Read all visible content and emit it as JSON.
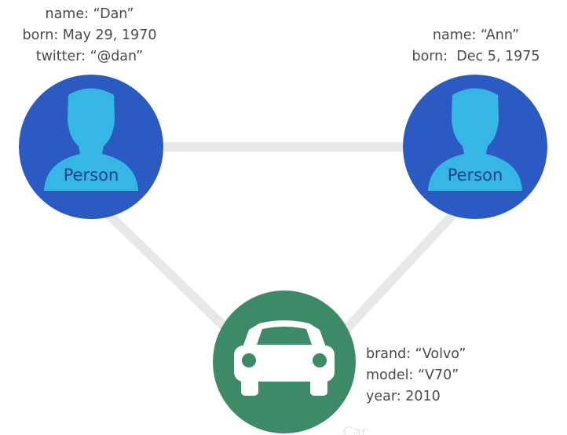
{
  "nodes": {
    "dan": {
      "label": "Person",
      "properties": [
        "name: “Dan”",
        "born: May 29, 1970",
        "twitter: “@dan”"
      ]
    },
    "ann": {
      "label": "Person",
      "properties": [
        "name: “Ann”",
        "born:  Dec 5, 1975"
      ]
    },
    "car": {
      "label": "Car",
      "properties": [
        "brand: “Volvo”",
        "model: “V70”",
        "year: 2010"
      ]
    }
  },
  "colors": {
    "person_fill": "#2b5bc2",
    "person_icon": "#35b6e4",
    "person_label": "#1d3f8f",
    "car_fill": "#3d8a66",
    "car_icon": "#ffffff",
    "edge": "#e8e8e8",
    "text": "#4a4a4a"
  },
  "icons": {
    "person": "person-silhouette-icon",
    "car": "car-icon"
  }
}
